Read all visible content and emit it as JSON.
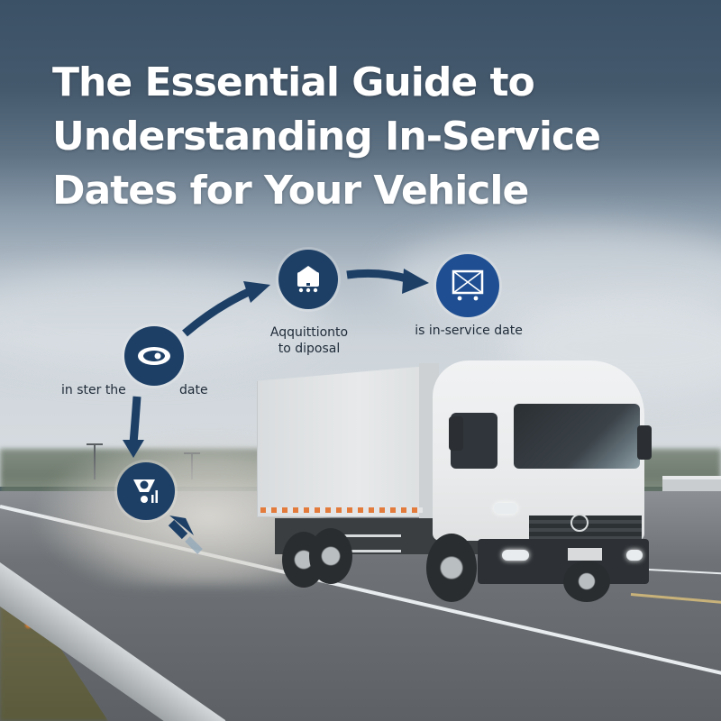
{
  "title": {
    "line1": "The Essential Guide to",
    "line2": "Understanding In-Service",
    "line3": "Dates for Your Vehicle"
  },
  "diagram": {
    "accent_color": "#1d3f66",
    "accent_bright": "#1f4f92",
    "nodes": [
      {
        "id": "eye",
        "icon": "eye-icon",
        "label_left": "in ster the",
        "label_right": "date"
      },
      {
        "id": "vehicle",
        "icon": "truck-icon",
        "label_line1": "Aqquittionto",
        "label_line2": "to diposal"
      },
      {
        "id": "calendar",
        "icon": "screen-cart-icon",
        "label": "is in-service date"
      },
      {
        "id": "gauge",
        "icon": "gauge-signal-icon"
      }
    ],
    "arrows": [
      "eye-to-vehicle",
      "vehicle-to-calendar",
      "eye-to-gauge",
      "gauge-outgoing"
    ]
  },
  "scene": {
    "subject": "white box truck on highway",
    "colors": {
      "sky_top": "#3b5166",
      "sky_bottom": "#d8dde1",
      "road": "#6f7377",
      "truck_body": "#e9ebec"
    }
  }
}
